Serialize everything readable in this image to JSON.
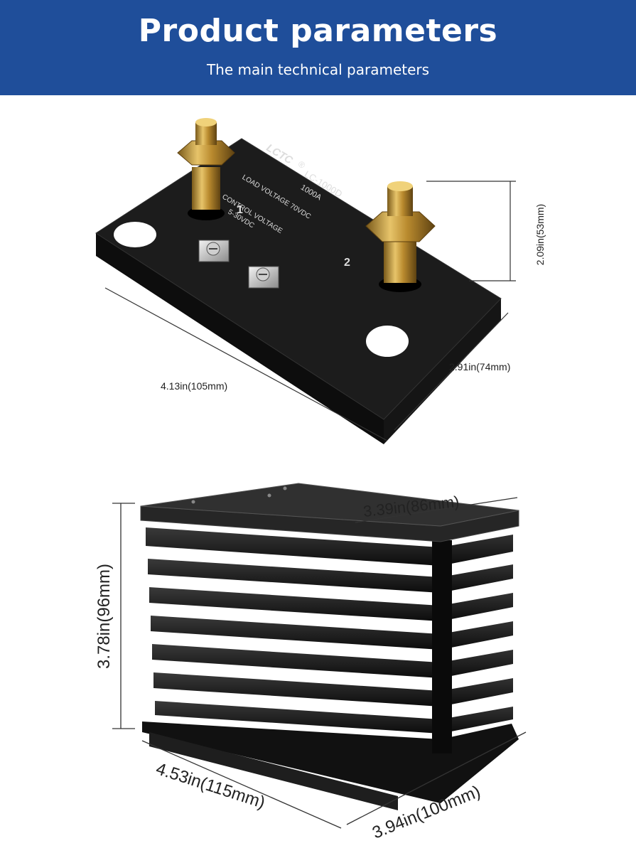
{
  "header": {
    "title": "Product parameters",
    "subtitle": "The main technical parameters",
    "background": "#1f4e9a"
  },
  "relay": {
    "brand": "LCTC",
    "registered": "®",
    "model": "LC-1000D",
    "current": "1000A",
    "terminal_1": "1",
    "terminal_2": "2",
    "load_label": "LOAD VOLTAGE 70VDC",
    "control_label": "CONTROL VOLTAGE",
    "control_range": "5-30VDC",
    "dims": {
      "height": "2.09in(53mm)",
      "depth": "2.91in(74mm)",
      "length": "4.13in(105mm)"
    }
  },
  "heatsink": {
    "dims": {
      "top_width": "3.39in(86mm)",
      "height": "3.78in(96mm)",
      "length": "4.53in(115mm)",
      "width": "3.94in(100mm)"
    }
  }
}
